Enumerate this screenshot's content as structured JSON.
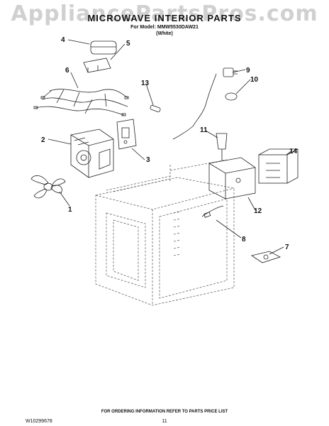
{
  "watermark": "AppliancePartsPros.com",
  "header": {
    "title": "MICROWAVE INTERIOR PARTS",
    "model_line": "For Model: MMW5530DAW21",
    "color_line": "(White)"
  },
  "callouts": [
    "1",
    "2",
    "3",
    "4",
    "5",
    "6",
    "7",
    "8",
    "9",
    "10",
    "11",
    "12",
    "13",
    "14"
  ],
  "footer": {
    "order_note": "FOR ORDERING INFORMATION REFER TO PARTS PRICE LIST",
    "doc_code": "W10299678",
    "page_number": "11"
  }
}
